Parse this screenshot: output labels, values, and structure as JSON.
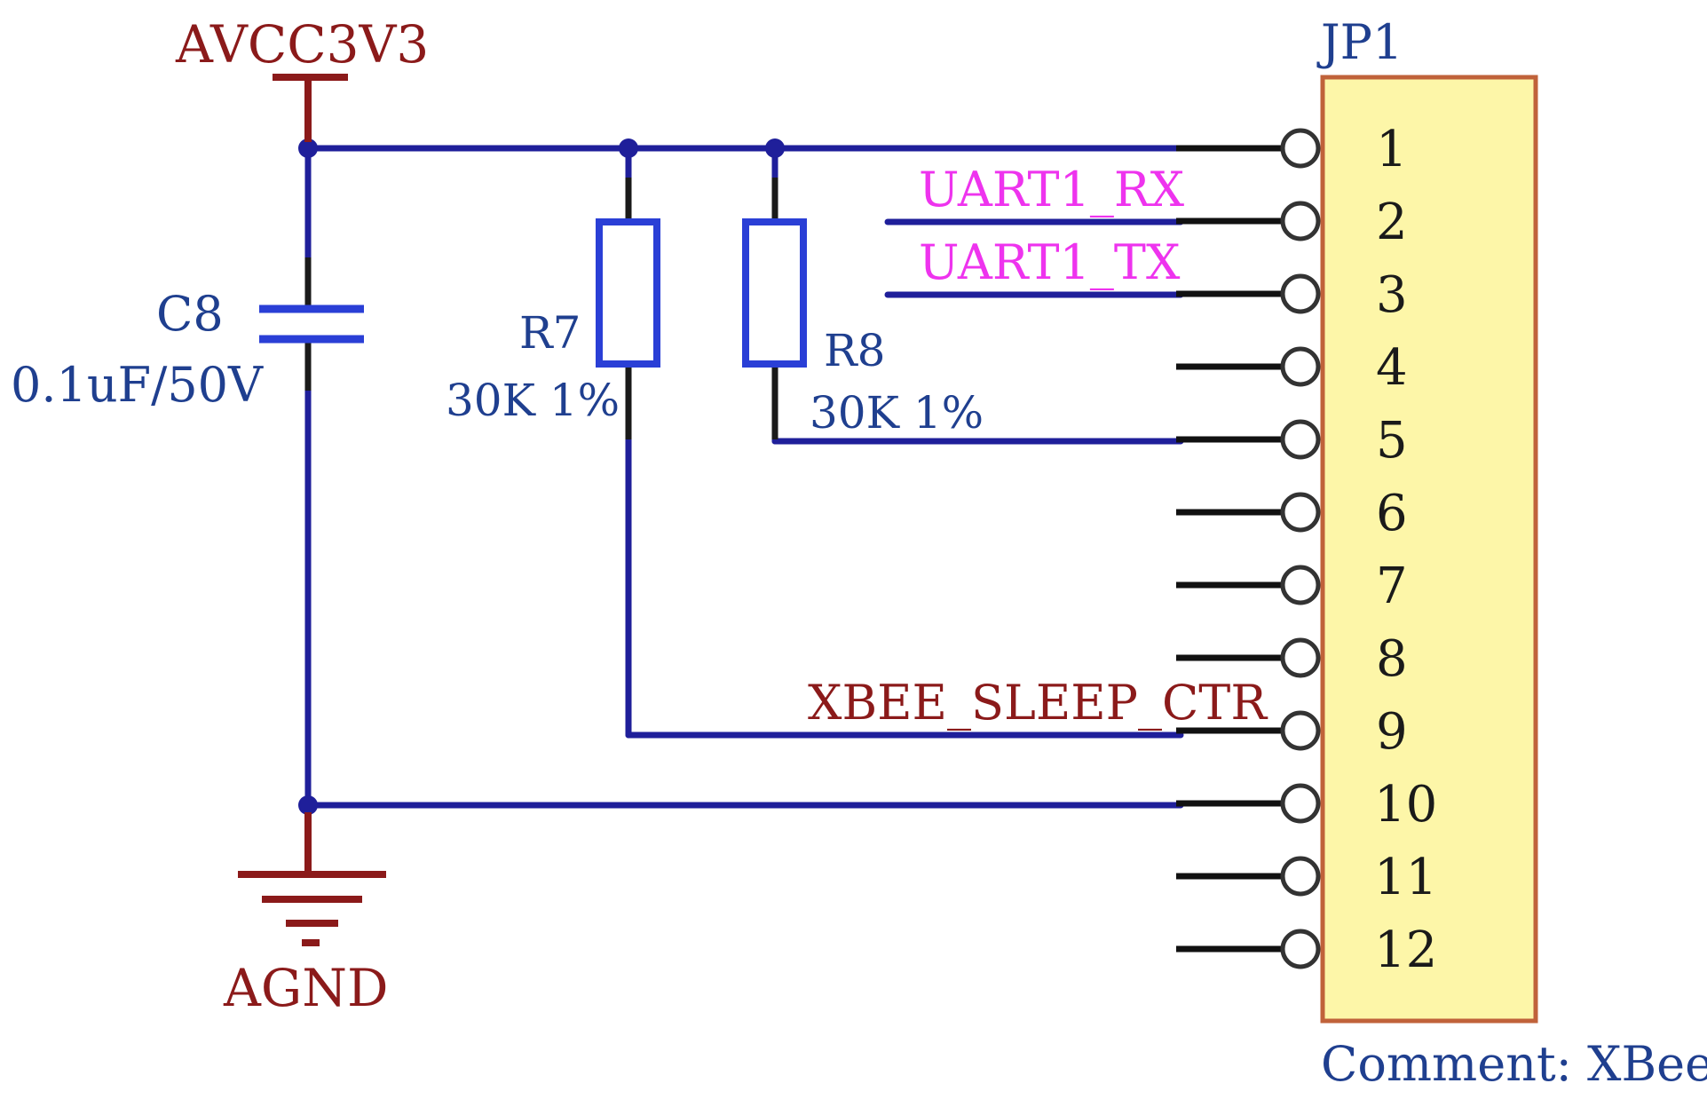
{
  "colors": {
    "wire": "#1f1f9a",
    "pin_lead": "#111111",
    "power_symbol": "#8b1a1a",
    "component_body": "#2a3fd6",
    "net_label_magenta": "#ee33ee",
    "net_label_dark": "#8b1a1a",
    "connector_fill": "#fdf6a8",
    "connector_border": "#c0623a",
    "designator_text": "#1f3f8f"
  },
  "power": {
    "supply_label": "AVCC3V3",
    "ground_label": "AGND"
  },
  "capacitor": {
    "designator": "C8",
    "value": "0.1uF/50V"
  },
  "resistors": [
    {
      "designator": "R7",
      "value": "30K 1%"
    },
    {
      "designator": "R8",
      "value": "30K 1%"
    }
  ],
  "connector": {
    "designator": "JP1",
    "comment": "Comment: XBee",
    "pins": [
      "1",
      "2",
      "3",
      "4",
      "5",
      "6",
      "7",
      "8",
      "9",
      "10",
      "11",
      "12"
    ]
  },
  "net_labels": {
    "rx": "UART1_RX",
    "tx": "UART1_TX",
    "sleep": "XBEE_SLEEP_CTR"
  }
}
